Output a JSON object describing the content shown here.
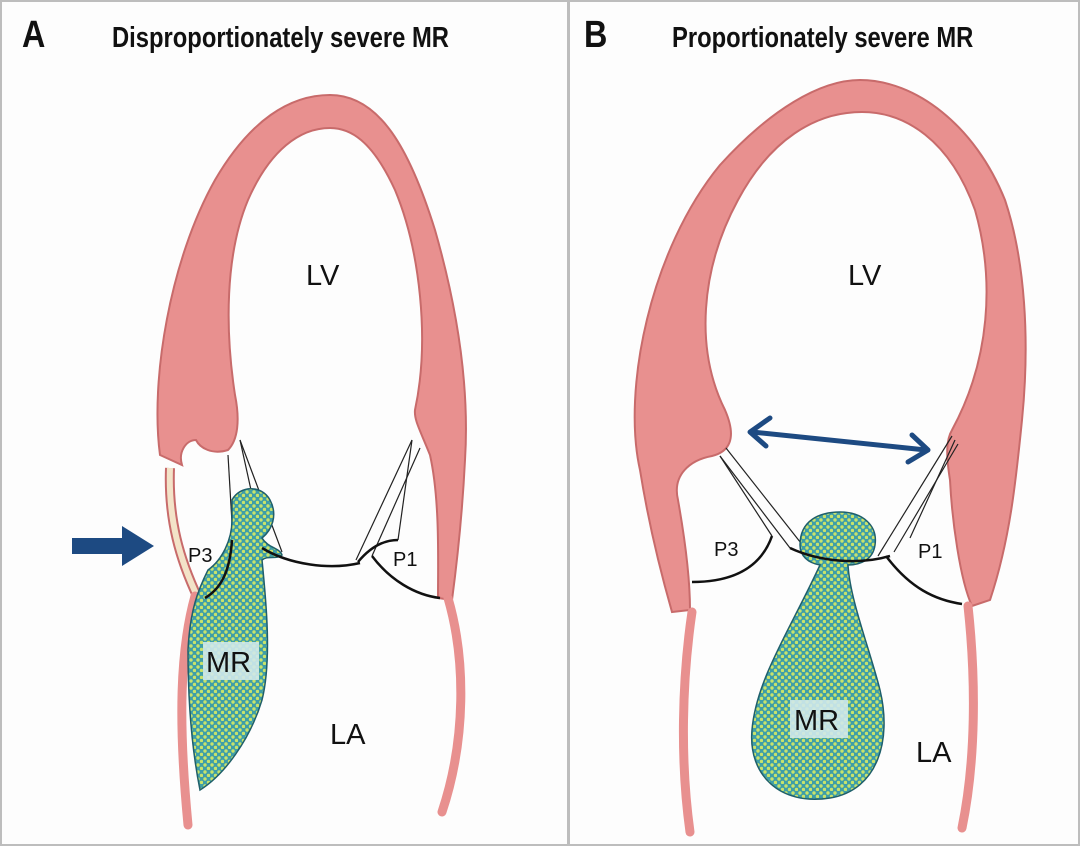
{
  "panels": [
    {
      "letter": "A",
      "title": "Disproportionately severe MR",
      "labels": {
        "lv": "LV",
        "la": "LA",
        "p3": "P3",
        "p1": "P1",
        "mr": "MR"
      }
    },
    {
      "letter": "B",
      "title": "Proportionately severe MR",
      "labels": {
        "lv": "LV",
        "la": "LA",
        "p3": "P3",
        "p1": "P1",
        "mr": "MR"
      }
    }
  ],
  "colors": {
    "myocardium": "#e8908f",
    "myocardium_edge": "#c86b6b",
    "jet": "#3e9ea8",
    "jet_dots": "#c9e36a",
    "arrow": "#1d4a82",
    "leaflet": "#111111"
  }
}
